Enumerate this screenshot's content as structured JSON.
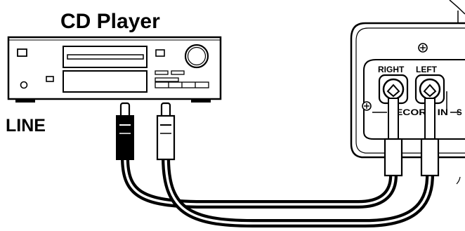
{
  "device": {
    "title": "CD Player",
    "output_label": "LINE"
  },
  "recorder": {
    "jack_right_label": "RIGHT",
    "jack_left_label": "LEFT",
    "section_label": "RECORD IN",
    "cut_label": "S"
  },
  "colors": {
    "ink": "#000000",
    "paper": "#ffffff"
  }
}
